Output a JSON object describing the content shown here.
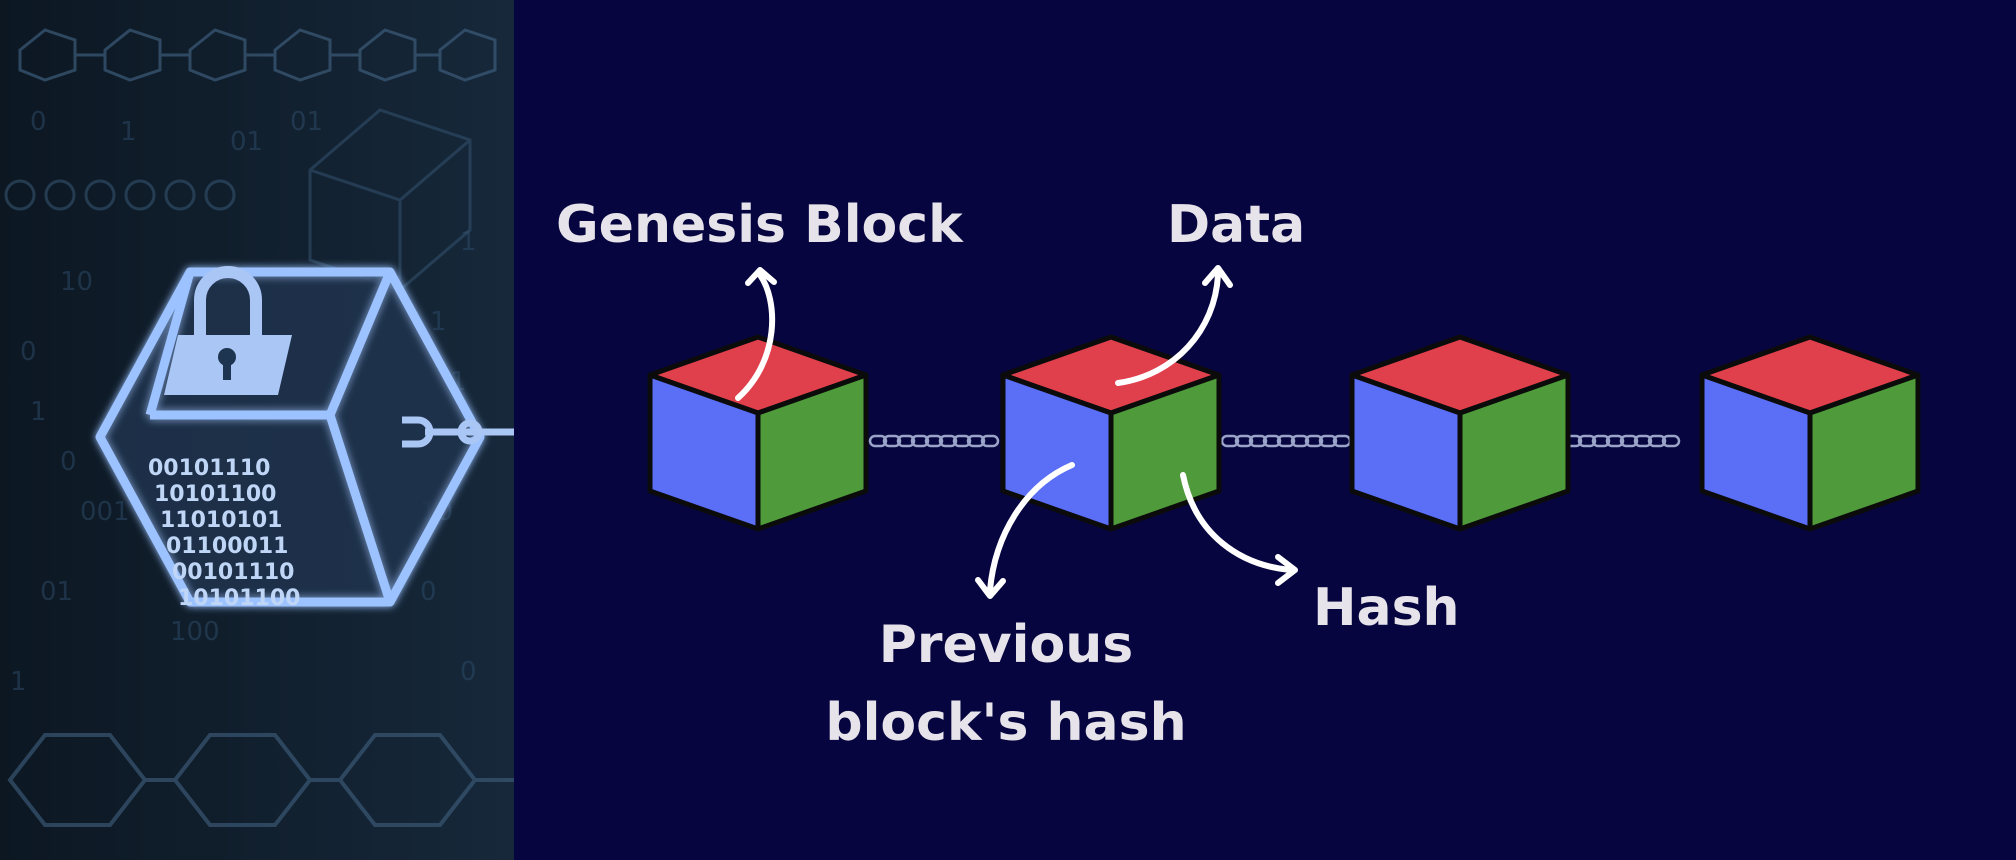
{
  "labels": {
    "genesis": "Genesis Block",
    "data": "Data",
    "hash": "Hash",
    "previous_line1": "Previous",
    "previous_line2": "block's hash"
  },
  "left_graphic": {
    "binary_lines": [
      "00101110",
      "10101100",
      "11010101",
      "01100011",
      "00101110",
      "10101100"
    ],
    "background_digits": [
      "0",
      "1",
      "01",
      "10",
      "0",
      "1",
      "100",
      "01",
      "1",
      "0",
      "10",
      "1",
      "001",
      "0",
      "1",
      "01",
      "1",
      "0"
    ]
  },
  "colors": {
    "background": "#06053f",
    "cube_top": "#e0404c",
    "cube_left": "#5a6ef6",
    "cube_right": "#4f9a3a",
    "cube_outline": "#0b0b0b",
    "label_text": "#e6e3ea",
    "left_glow": "#8fb8ff"
  },
  "icons": [
    "padlock-icon",
    "chain-link-icon",
    "blockchain-cube-icon"
  ]
}
